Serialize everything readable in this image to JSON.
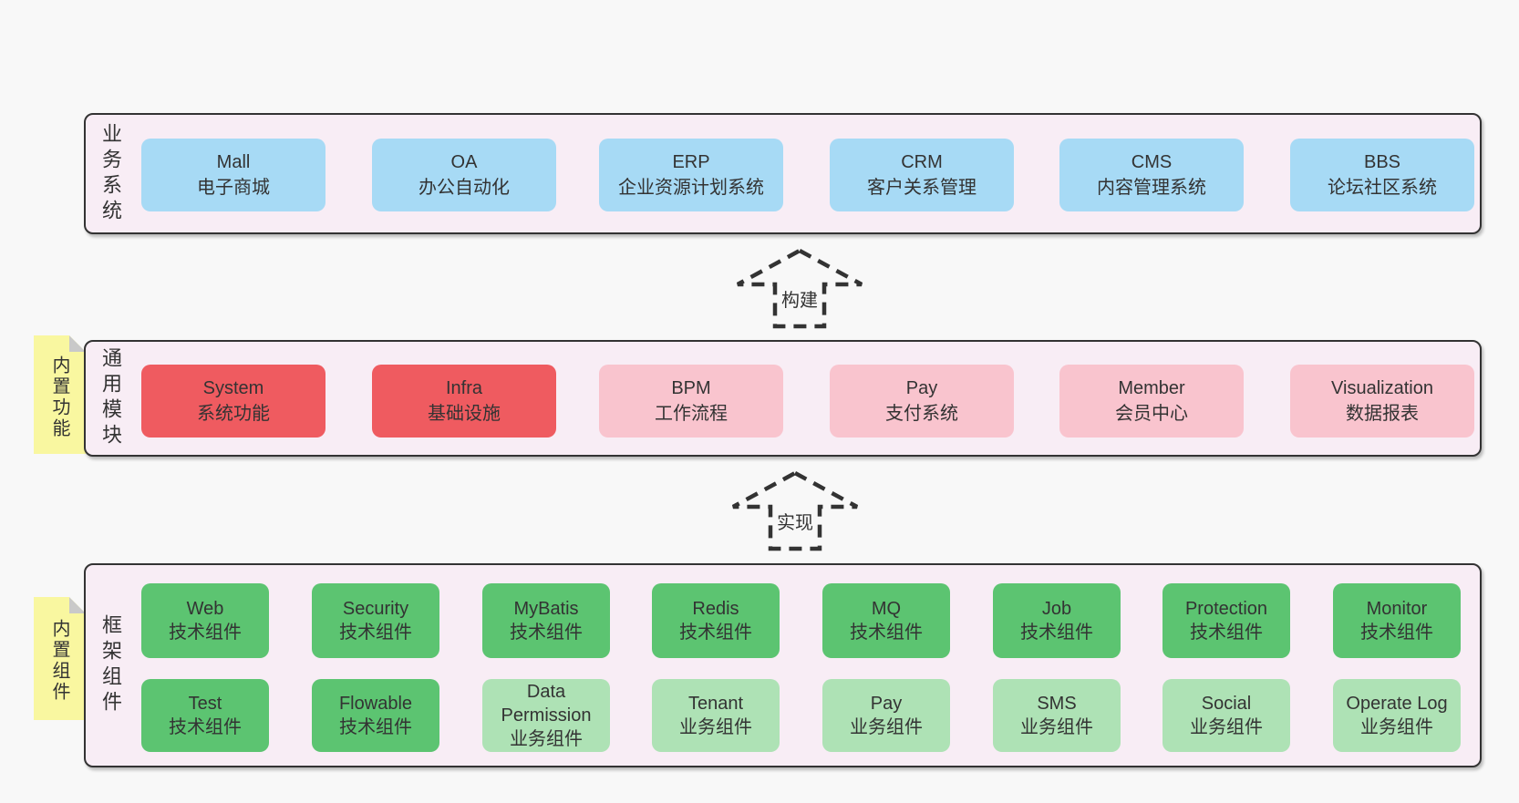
{
  "colors": {
    "page_background": "#f8f8f8",
    "band_background": "#f8edf5",
    "band_border": "#333333",
    "system_blue": "#a7daf5",
    "module_red": "#ef5b60",
    "module_pink": "#f9c4ce",
    "component_green": "#5cc471",
    "component_light_green": "#aee2b5",
    "sticky_yellow": "#f9f7a0",
    "sticky_fold_gray": "#c9c9c9",
    "text": "#333333"
  },
  "bands": [
    {
      "label": "业务系统",
      "boxes": [
        {
          "title": "Mall",
          "subtitle": "电子商城",
          "variant": "blue"
        },
        {
          "title": "OA",
          "subtitle": "办公自动化",
          "variant": "blue"
        },
        {
          "title": "ERP",
          "subtitle": "企业资源计划系统",
          "variant": "blue"
        },
        {
          "title": "CRM",
          "subtitle": "客户关系管理",
          "variant": "blue"
        },
        {
          "title": "CMS",
          "subtitle": "内容管理系统",
          "variant": "blue"
        },
        {
          "title": "BBS",
          "subtitle": "论坛社区系统",
          "variant": "blue"
        }
      ]
    },
    {
      "label": "通用模块",
      "sticky": "内置功能",
      "boxes": [
        {
          "title": "System",
          "subtitle": "系统功能",
          "variant": "red"
        },
        {
          "title": "Infra",
          "subtitle": "基础设施",
          "variant": "red"
        },
        {
          "title": "BPM",
          "subtitle": "工作流程",
          "variant": "pink"
        },
        {
          "title": "Pay",
          "subtitle": "支付系统",
          "variant": "pink"
        },
        {
          "title": "Member",
          "subtitle": "会员中心",
          "variant": "pink"
        },
        {
          "title": "Visualization",
          "subtitle": "数据报表",
          "variant": "pink"
        }
      ]
    },
    {
      "label": "框架组件",
      "sticky": "内置组件",
      "boxes": [
        {
          "title": "Web",
          "subtitle": "技术组件",
          "variant": "green"
        },
        {
          "title": "Security",
          "subtitle": "技术组件",
          "variant": "green"
        },
        {
          "title": "MyBatis",
          "subtitle": "技术组件",
          "variant": "green"
        },
        {
          "title": "Redis",
          "subtitle": "技术组件",
          "variant": "green"
        },
        {
          "title": "MQ",
          "subtitle": "技术组件",
          "variant": "green"
        },
        {
          "title": "Job",
          "subtitle": "技术组件",
          "variant": "green"
        },
        {
          "title": "Protection",
          "subtitle": "技术组件",
          "variant": "green"
        },
        {
          "title": "Monitor",
          "subtitle": "技术组件",
          "variant": "green"
        },
        {
          "title": "Test",
          "subtitle": "技术组件",
          "variant": "green"
        },
        {
          "title": "Flowable",
          "subtitle": "技术组件",
          "variant": "green"
        },
        {
          "title": "Data Permission",
          "subtitle": "业务组件",
          "variant": "lgreen"
        },
        {
          "title": "Tenant",
          "subtitle": "业务组件",
          "variant": "lgreen"
        },
        {
          "title": "Pay",
          "subtitle": "业务组件",
          "variant": "lgreen"
        },
        {
          "title": "SMS",
          "subtitle": "业务组件",
          "variant": "lgreen"
        },
        {
          "title": "Social",
          "subtitle": "业务组件",
          "variant": "lgreen"
        },
        {
          "title": "Operate Log",
          "subtitle": "业务组件",
          "variant": "lgreen"
        }
      ]
    }
  ],
  "arrows": [
    {
      "label": "构建"
    },
    {
      "label": "实现"
    }
  ]
}
